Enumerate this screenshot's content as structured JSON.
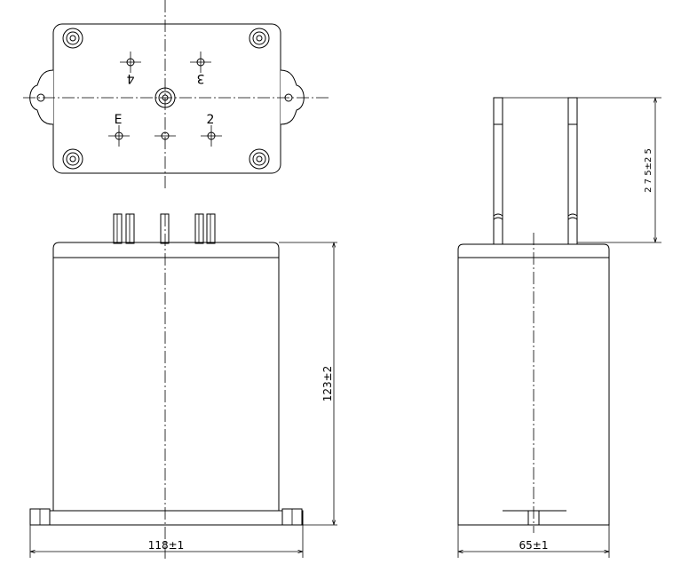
{
  "top_view": {
    "terminal_labels": [
      "4",
      "3",
      "E",
      "2"
    ]
  },
  "dimensions": {
    "width_label": "118±1",
    "height_label": "123±2",
    "depth_label": "65±1",
    "lead_length_label": "2 7 5±2 5"
  }
}
